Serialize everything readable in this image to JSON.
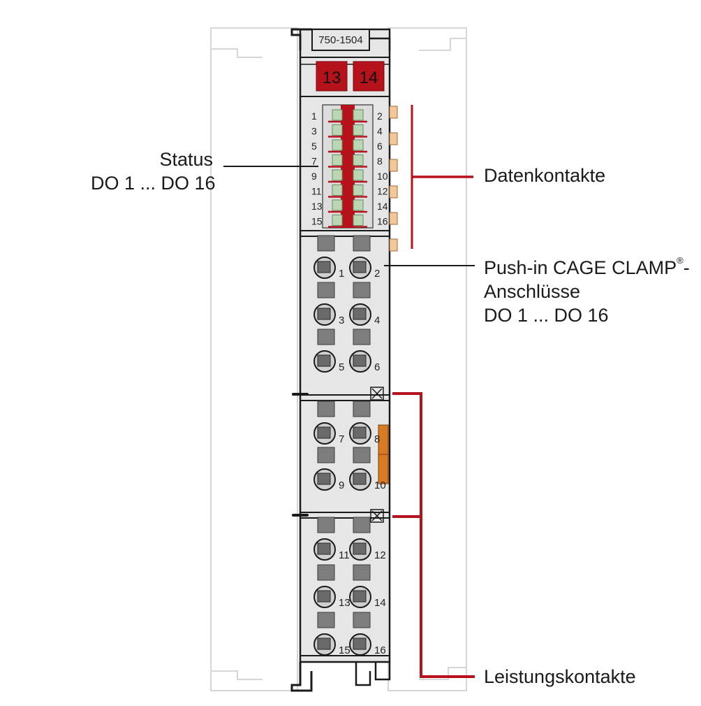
{
  "module": {
    "model": "750-1504",
    "potential_labels": [
      "13",
      "14"
    ]
  },
  "status_leds": {
    "left_numbers": [
      "1",
      "3",
      "5",
      "7",
      "9",
      "11",
      "13",
      "15"
    ],
    "right_numbers": [
      "2",
      "4",
      "6",
      "8",
      "10",
      "12",
      "14",
      "16"
    ]
  },
  "terminals": {
    "block1": [
      [
        "1",
        "2"
      ],
      [
        "3",
        "4"
      ],
      [
        "5",
        "6"
      ]
    ],
    "block2": [
      [
        "7",
        "8"
      ],
      [
        "9",
        "10"
      ]
    ],
    "block3": [
      [
        "11",
        "12"
      ],
      [
        "13",
        "14"
      ],
      [
        "15",
        "16"
      ]
    ]
  },
  "callouts": {
    "status_line1": "Status",
    "status_line2": "DO 1 ... DO 16",
    "data_contacts": "Datenkontakte",
    "pushin_line1": "Push-in CAGE CLAMP",
    "pushin_reg": "®",
    "pushin_line1_suffix": "-",
    "pushin_line2": "Anschlüsse",
    "pushin_line3": "DO 1 ... DO 16",
    "power_contacts": "Leistungskontakte"
  },
  "colors": {
    "accent_red": "#b5121b",
    "module_gray": "#e6e6e6",
    "outline": "#1a1a1a",
    "led_green": "#b9d8b2",
    "contact_orange": "#f0c89a",
    "jumper_orange": "#d87a22"
  }
}
